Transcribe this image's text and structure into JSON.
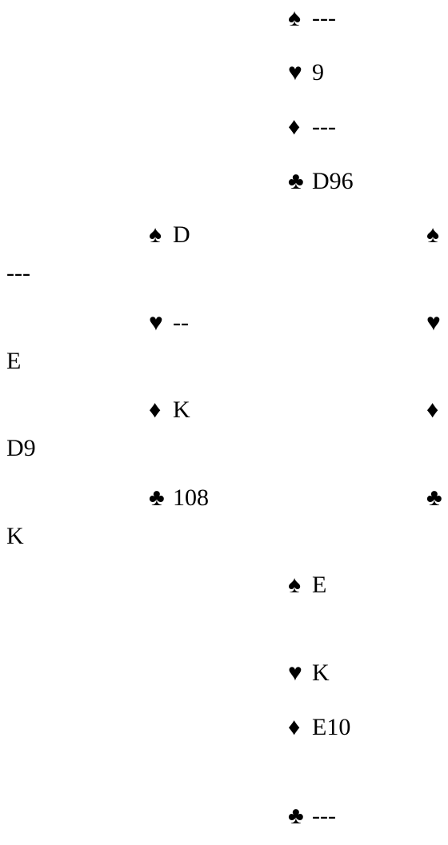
{
  "north": {
    "spades": {
      "suit": "♠",
      "cards": "---"
    },
    "hearts": {
      "suit": "♥",
      "cards": "9"
    },
    "diamonds": {
      "suit": "♦",
      "cards": "---"
    },
    "clubs": {
      "suit": "♣",
      "cards": "D96"
    }
  },
  "west": {
    "spades": {
      "suit": "♠",
      "cards": "D"
    },
    "hearts": {
      "suit": "♥",
      "cards": "--"
    },
    "diamonds": {
      "suit": "♦",
      "cards": "K"
    },
    "clubs": {
      "suit": "♣",
      "cards": "108"
    }
  },
  "east": {
    "spades": {
      "suit": "♠",
      "cards": "---"
    },
    "hearts": {
      "suit": "♥",
      "cards": "E"
    },
    "diamonds": {
      "suit": "♦",
      "cards": "D9"
    },
    "clubs": {
      "suit": "♣",
      "cards": "K"
    }
  },
  "south": {
    "spades": {
      "suit": "♠",
      "cards": "E"
    },
    "hearts": {
      "suit": "♥",
      "cards": "K"
    },
    "diamonds": {
      "suit": "♦",
      "cards": "E10"
    },
    "clubs": {
      "suit": "♣",
      "cards": "---"
    }
  }
}
